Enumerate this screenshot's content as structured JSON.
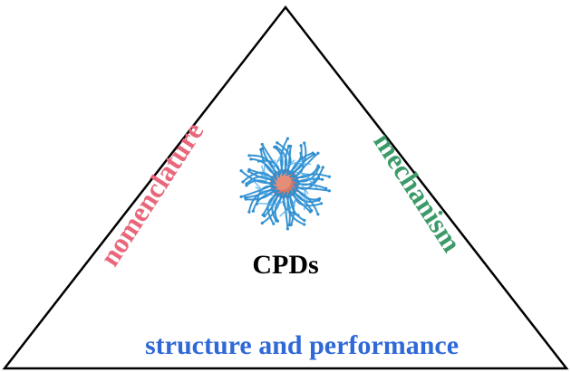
{
  "labels": {
    "center": "CPDs",
    "left_edge": "nomenclature",
    "right_edge": "mechanism",
    "bottom_edge": "structure and performance"
  },
  "colors": {
    "background": "#ffffff",
    "outline": "#000000",
    "center_label": "#000000",
    "left_edge": "#e8677a",
    "right_edge": "#3b9a68",
    "bottom_edge": "#2f69d8",
    "particle_core": "#d77863",
    "particle_strands": "#2f8fd1"
  }
}
